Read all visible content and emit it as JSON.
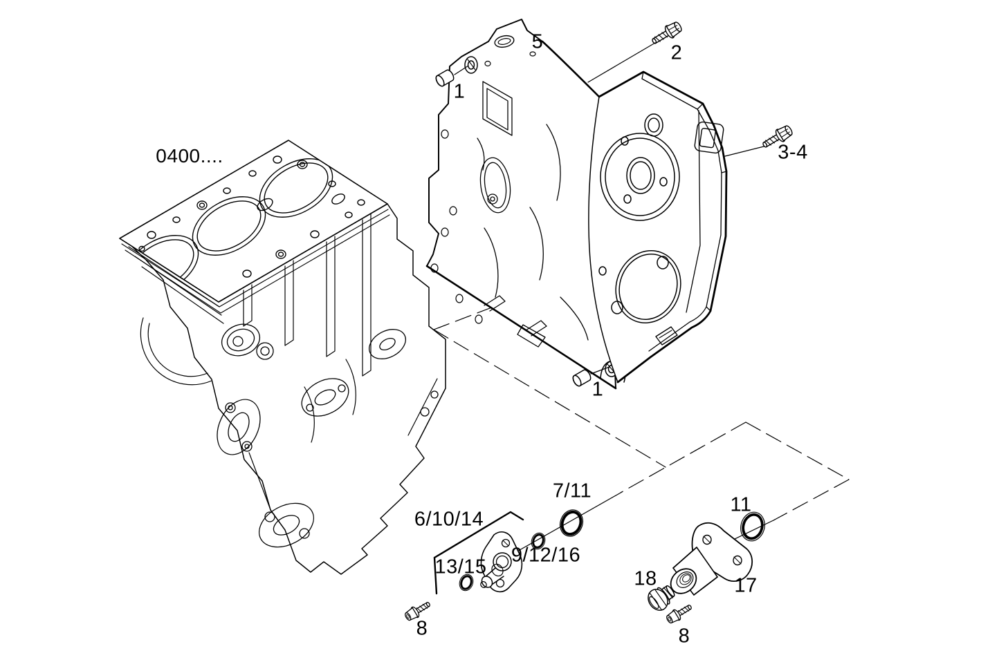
{
  "diagram": {
    "background_color": "#ffffff",
    "line_color": "#000000",
    "reference": {
      "label": "0400...."
    },
    "callouts": [
      {
        "part": "sealing-plug-top",
        "label": "1"
      },
      {
        "part": "hex-bolt-upper",
        "label": "2"
      },
      {
        "part": "hex-bolt-side",
        "label": "3-4"
      },
      {
        "part": "gear-case-plate",
        "label": "5"
      },
      {
        "part": "cover-plate-assembly",
        "label": "6/10/14"
      },
      {
        "part": "o-ring-large",
        "label": "7/11"
      },
      {
        "part": "bolt-lower-left",
        "label": "8"
      },
      {
        "part": "o-ring-small",
        "label": "9/12/16"
      },
      {
        "part": "o-ring-fitting",
        "label": "11"
      },
      {
        "part": "o-ring-cover",
        "label": "13/15"
      },
      {
        "part": "connector-fitting",
        "label": "17"
      },
      {
        "part": "screw-plug",
        "label": "18"
      },
      {
        "part": "sealing-plug-bottom",
        "label": "1"
      },
      {
        "part": "bolt-lower-right",
        "label": "8"
      }
    ]
  }
}
